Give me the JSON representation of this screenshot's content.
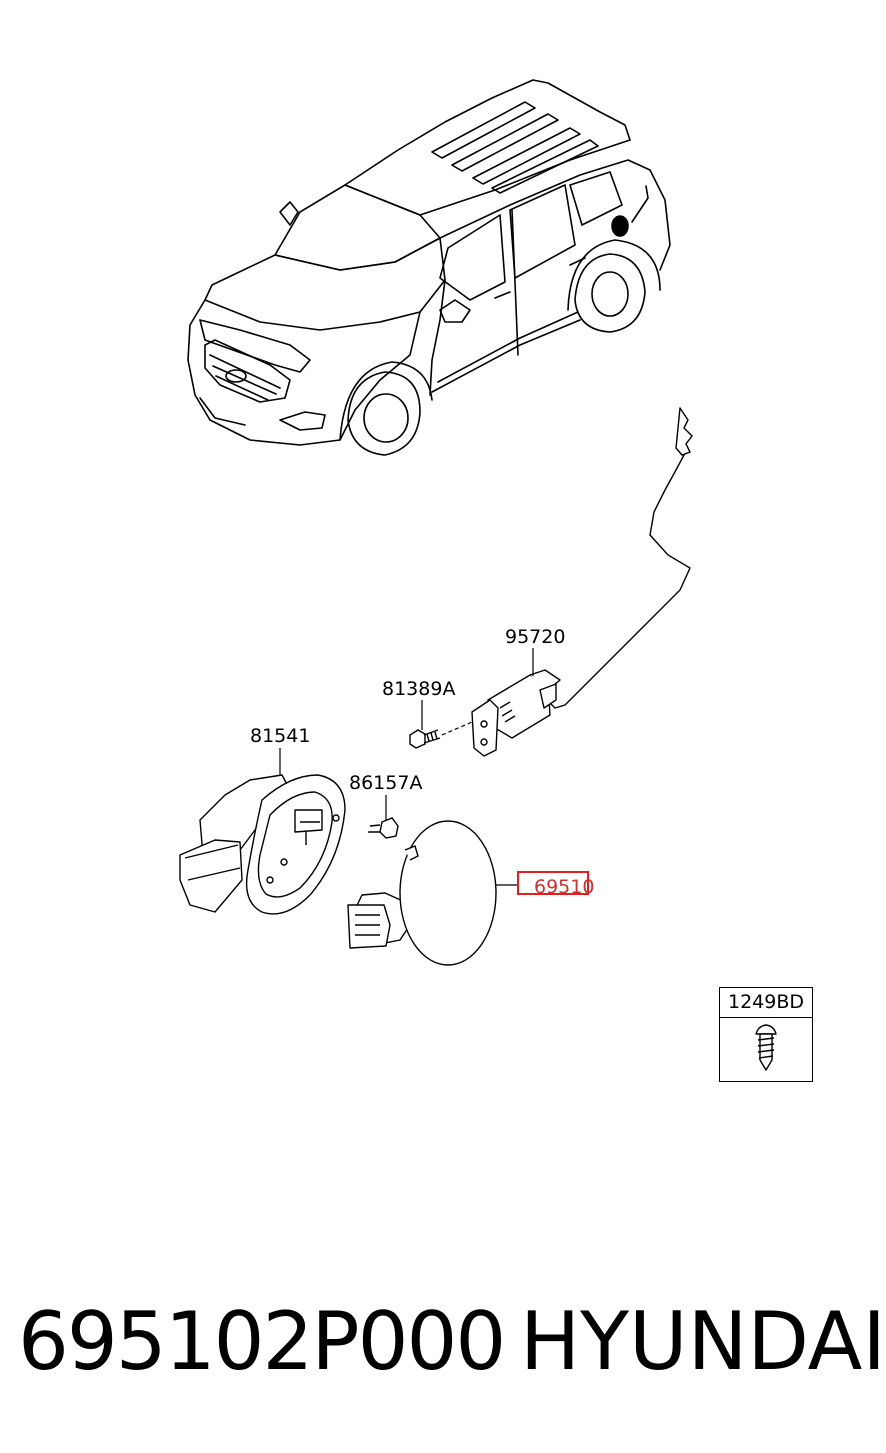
{
  "callouts": {
    "c95720": "95720",
    "c81389a": "81389A",
    "c81541": "81541",
    "c86157a": "86157A",
    "c69510": "69510"
  },
  "legend": {
    "code": "1249BD",
    "icon": "screw-icon"
  },
  "footer": {
    "part_number": "695102P000",
    "brand": "HYUNDAI"
  },
  "colors": {
    "highlight": "#e02020",
    "line": "#000000"
  }
}
